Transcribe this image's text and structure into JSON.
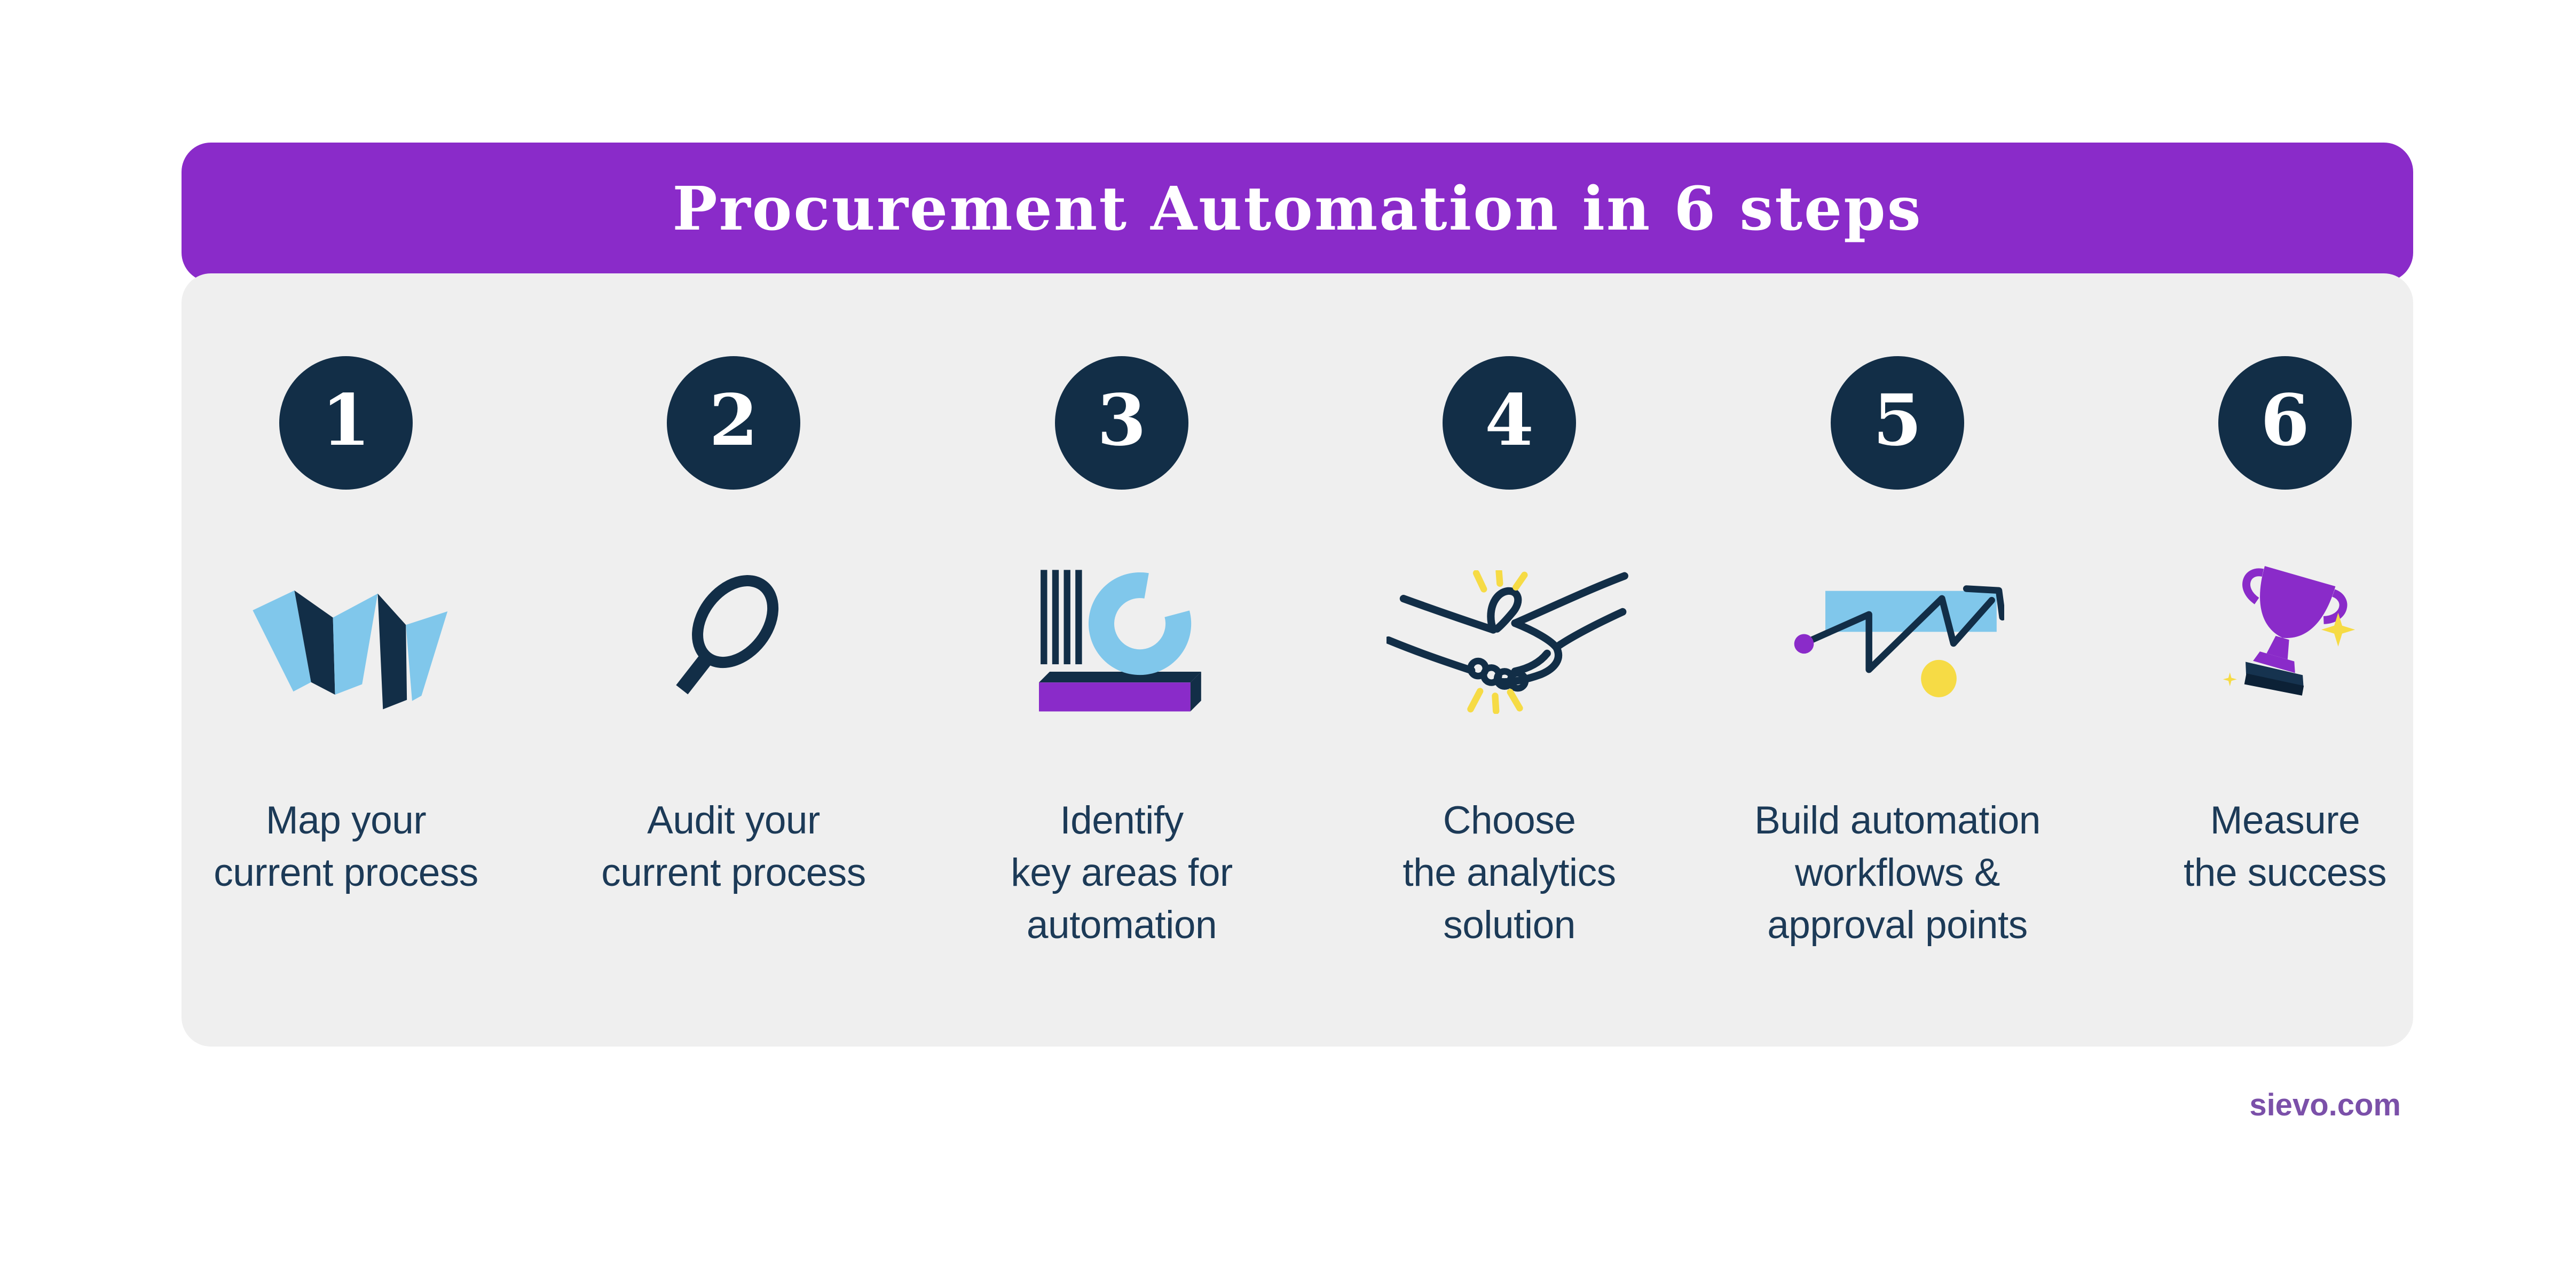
{
  "header": {
    "title": "Procurement Automation in 6 steps"
  },
  "steps": [
    {
      "number": "1",
      "label": "Map your\ncurrent process",
      "icon": "folded-map-icon"
    },
    {
      "number": "2",
      "label": "Audit your\ncurrent process",
      "icon": "magnifying-glass-icon"
    },
    {
      "number": "3",
      "label": "Identify\nkey areas for\nautomation",
      "icon": "bars-donut-block-icon"
    },
    {
      "number": "4",
      "label": "Choose\nthe analytics\nsolution",
      "icon": "handshake-icon"
    },
    {
      "number": "5",
      "label": "Build automation\nworkflows &\napproval points",
      "icon": "growth-zigzag-arrow-icon"
    },
    {
      "number": "6",
      "label": "Measure\nthe success",
      "icon": "trophy-icon"
    }
  ],
  "footer": {
    "website": "sievo.com"
  },
  "colors": {
    "background": "#FFFFFF",
    "banner_purple": "#8A2BC9",
    "panel_gray": "#EFEFEF",
    "navy": "#122E47",
    "text_navy": "#1C3A57",
    "light_blue": "#80C7EB",
    "accent_purple": "#8A2BC9",
    "yellow": "#F6DB45",
    "footer_purple": "#7B50A9",
    "number_text": "#FFFFFF",
    "title_text": "#FFFFFF"
  }
}
